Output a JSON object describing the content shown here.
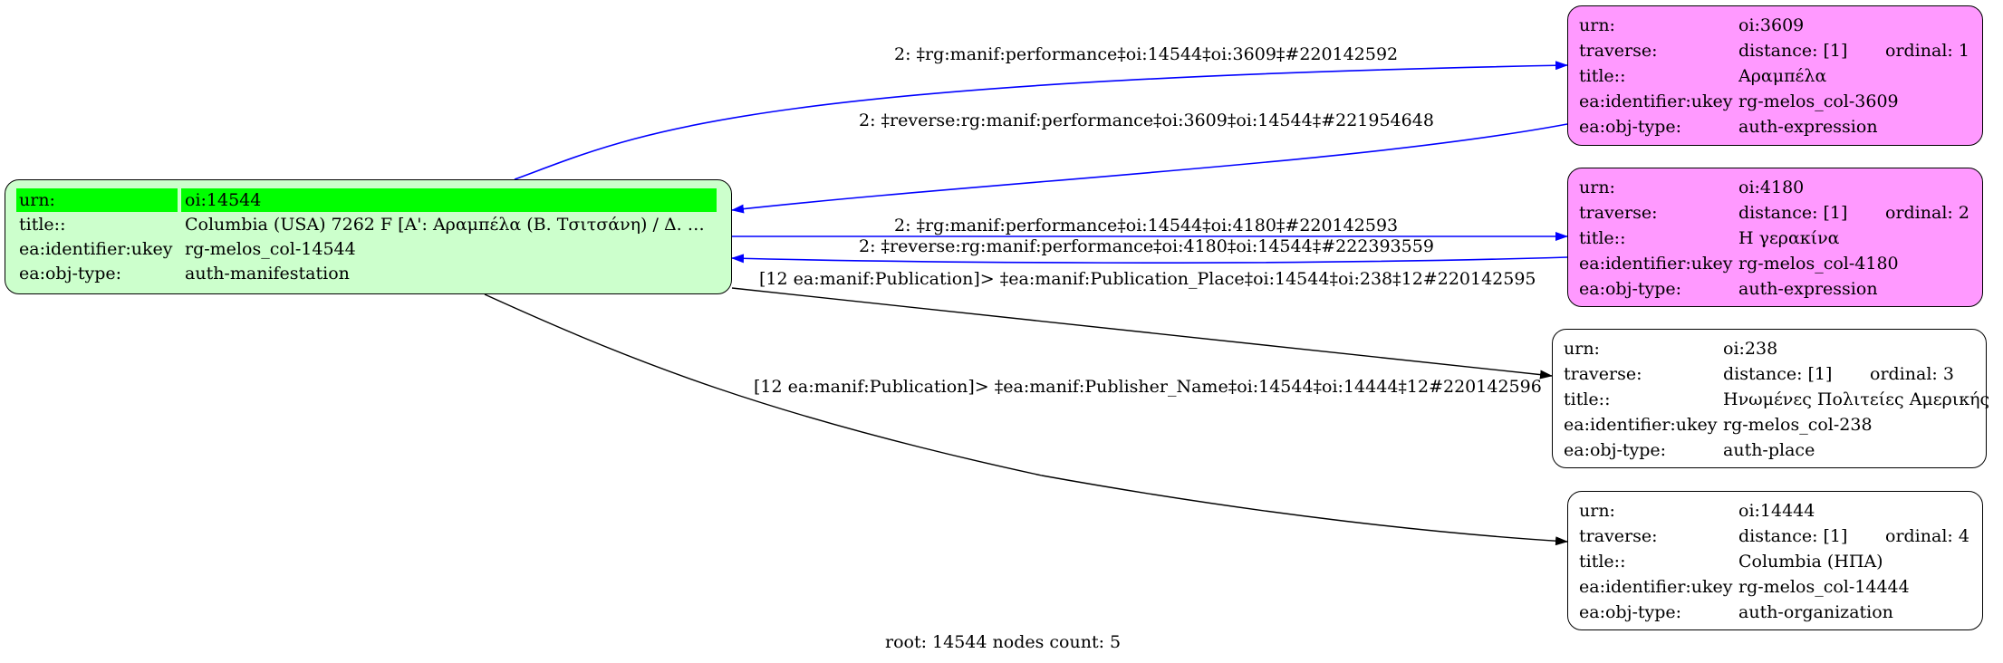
{
  "colors": {
    "root_fill": "#ccffcc",
    "root_highlight": "#00ff00",
    "expression_fill": "#ff99ff",
    "plain_fill": "#ffffff",
    "edge_blue": "#0000ff",
    "edge_black": "#000000"
  },
  "nodes": {
    "root": {
      "rows": [
        {
          "key": "urn:",
          "value": "oi:14544"
        },
        {
          "key": "title::",
          "value": "Columbia (USA) 7262 F [Α': Αραμπέλα (Β. Τσιτσάνη) / Δ. Στρ..."
        },
        {
          "key": "ea:identifier:ukey",
          "value": "rg-melos_col-14544"
        },
        {
          "key": "ea:obj-type:",
          "value": "auth-manifestation"
        }
      ]
    },
    "n3609": {
      "urn_key": "urn:",
      "urn": "oi:3609",
      "traverse_key": "traverse:",
      "distance": "distance: [1]",
      "ordinal": "ordinal: 1",
      "title_key": "title::",
      "title": "Αραμπέλα",
      "ukey_key": "ea:identifier:ukey",
      "ukey": "rg-melos_col-3609",
      "type_key": "ea:obj-type:",
      "type": "auth-expression"
    },
    "n4180": {
      "urn_key": "urn:",
      "urn": "oi:4180",
      "traverse_key": "traverse:",
      "distance": "distance: [1]",
      "ordinal": "ordinal: 2",
      "title_key": "title::",
      "title": "Η γερακίνα",
      "ukey_key": "ea:identifier:ukey",
      "ukey": "rg-melos_col-4180",
      "type_key": "ea:obj-type:",
      "type": "auth-expression"
    },
    "n238": {
      "urn_key": "urn:",
      "urn": "oi:238",
      "traverse_key": "traverse:",
      "distance": "distance: [1]",
      "ordinal": "ordinal: 3",
      "title_key": "title::",
      "title": "Ηνωμένες Πολιτείες Αμερικής",
      "ukey_key": "ea:identifier:ukey",
      "ukey": "rg-melos_col-238",
      "type_key": "ea:obj-type:",
      "type": "auth-place"
    },
    "n14444": {
      "urn_key": "urn:",
      "urn": "oi:14444",
      "traverse_key": "traverse:",
      "distance": "distance: [1]",
      "ordinal": "ordinal: 4",
      "title_key": "title::",
      "title": "Columbia (ΗΠΑ)",
      "ukey_key": "ea:identifier:ukey",
      "ukey": "rg-melos_col-14444",
      "type_key": "ea:obj-type:",
      "type": "auth-organization"
    }
  },
  "edges": {
    "e1": "2: ‡rg:manif:performance‡oi:14544‡oi:3609‡#220142592",
    "e2": "2: ‡reverse:rg:manif:performance‡oi:3609‡oi:14544‡#221954648",
    "e3": "2: ‡rg:manif:performance‡oi:14544‡oi:4180‡#220142593",
    "e4": "2: ‡reverse:rg:manif:performance‡oi:4180‡oi:14544‡#222393559",
    "e5": "[12 ea:manif:Publication]> ‡ea:manif:Publication_Place‡oi:14544‡oi:238‡12#220142595",
    "e6": "[12 ea:manif:Publication]> ‡ea:manif:Publisher_Name‡oi:14544‡oi:14444‡12#220142596"
  },
  "footer": "root: 14544 nodes count: 5"
}
